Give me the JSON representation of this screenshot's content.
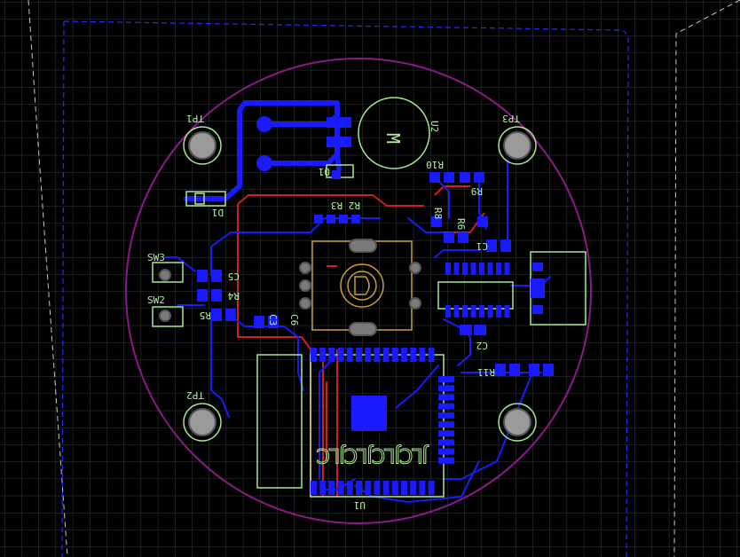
{
  "colors": {
    "background": "#000000",
    "grid": "#3a3a3a",
    "top_copper": "#1a1aff",
    "bottom_copper": "#cc2020",
    "silkscreen": "#a8e890",
    "outline": "#8a1a8a",
    "keepout": "#c8c8c8"
  },
  "components": {
    "tp1": "TP1",
    "tp2": "TP2",
    "tp3": "TP3",
    "d1": "D1",
    "q1": "Q1",
    "u2": "U2",
    "motor": "M",
    "r10": "R10",
    "r9": "R9",
    "r8": "R8",
    "r6": "R6",
    "r2r3": "R2  R3",
    "sw3": "SW3",
    "sw2": "SW2",
    "c5": "C5",
    "r4": "R4",
    "r5": "R5",
    "c6": "C6",
    "c3": "C3",
    "c1": "C1",
    "c2": "C2",
    "r11": "R11",
    "u1": "U1",
    "jlc": "JLCJLCJLCJLC"
  }
}
